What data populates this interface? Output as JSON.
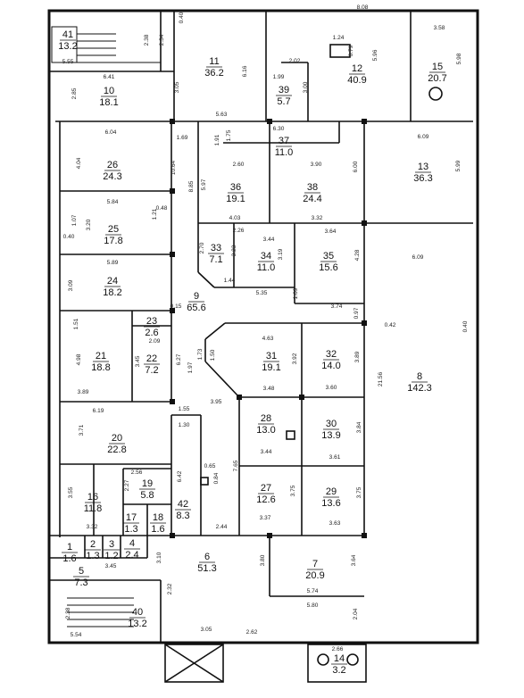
{
  "rooms": [
    {
      "id": "r41",
      "number": "41",
      "area": "13.2"
    },
    {
      "id": "r10",
      "number": "10",
      "area": "18.1"
    },
    {
      "id": "r11",
      "number": "11",
      "area": "36.2"
    },
    {
      "id": "r12",
      "number": "12",
      "area": "40.9"
    },
    {
      "id": "r15",
      "number": "15",
      "area": "20.7"
    },
    {
      "id": "r39",
      "number": "39",
      "area": "5.7"
    },
    {
      "id": "r37",
      "number": "37",
      "area": "11.0"
    },
    {
      "id": "r26",
      "number": "26",
      "area": "24.3"
    },
    {
      "id": "r36",
      "number": "36",
      "area": "19.1"
    },
    {
      "id": "r38",
      "number": "38",
      "area": "24.4"
    },
    {
      "id": "r13",
      "number": "13",
      "area": "36.3"
    },
    {
      "id": "r25",
      "number": "25",
      "area": "17.8"
    },
    {
      "id": "r33",
      "number": "33",
      "area": "7.1"
    },
    {
      "id": "r34",
      "number": "34",
      "area": "11.0"
    },
    {
      "id": "r35",
      "number": "35",
      "area": "15.6"
    },
    {
      "id": "r24",
      "number": "24",
      "area": "18.2"
    },
    {
      "id": "r9",
      "number": "9",
      "area": "65.6"
    },
    {
      "id": "r23",
      "number": "23",
      "area": "2.6"
    },
    {
      "id": "r21",
      "number": "21",
      "area": "18.8"
    },
    {
      "id": "r22",
      "number": "22",
      "area": "7.2"
    },
    {
      "id": "r31",
      "number": "31",
      "area": "19.1"
    },
    {
      "id": "r32",
      "number": "32",
      "area": "14.0"
    },
    {
      "id": "r8",
      "number": "8",
      "area": "142.3"
    },
    {
      "id": "r28",
      "number": "28",
      "area": "13.0"
    },
    {
      "id": "r30",
      "number": "30",
      "area": "13.9"
    },
    {
      "id": "r20",
      "number": "20",
      "area": "22.8"
    },
    {
      "id": "r27",
      "number": "27",
      "area": "12.6"
    },
    {
      "id": "r29",
      "number": "29",
      "area": "13.6"
    },
    {
      "id": "r16",
      "number": "16",
      "area": "11.8"
    },
    {
      "id": "r19",
      "number": "19",
      "area": "5.8"
    },
    {
      "id": "r42",
      "number": "42",
      "area": "8.3"
    },
    {
      "id": "r17",
      "number": "17",
      "area": "1.3"
    },
    {
      "id": "r18",
      "number": "18",
      "area": "1.6"
    },
    {
      "id": "r1",
      "number": "1",
      "area": "1.6"
    },
    {
      "id": "r2",
      "number": "2",
      "area": "1.3"
    },
    {
      "id": "r3",
      "number": "3",
      "area": "1.2"
    },
    {
      "id": "r4",
      "number": "4",
      "area": "2.4"
    },
    {
      "id": "r5",
      "number": "5",
      "area": "7.3"
    },
    {
      "id": "r6",
      "number": "6",
      "area": "51.3"
    },
    {
      "id": "r7",
      "number": "7",
      "area": "20.9"
    },
    {
      "id": "r40",
      "number": "40",
      "area": "13.2"
    },
    {
      "id": "r14",
      "number": "14",
      "area": "3.2"
    }
  ],
  "dimensions": [
    "0.40",
    "2.38",
    "2.34",
    "8.08",
    "1.24",
    "3.58",
    "5.55",
    "0.79",
    "2.02",
    "5.96",
    "5.98",
    "6.41",
    "6.16",
    "1.99",
    "3.00",
    "2.85",
    "3.05",
    "5.63",
    "1.69",
    "1.91",
    "6.30",
    "1.75",
    "6.04",
    "2.60",
    "3.90",
    "6.09",
    "4.04",
    "10.64",
    "8.85",
    "5.97",
    "6.00",
    "5.99",
    "0.48",
    "5.84",
    "1.21",
    "4.03",
    "3.32",
    "1.07",
    "3.20",
    "0.40",
    "2.26",
    "3.44",
    "3.64",
    "2.70",
    "3.23",
    "3.19",
    "4.28",
    "6.09",
    "5.89",
    "1.44",
    "5.35",
    "1.09",
    "3.09",
    "0.15",
    "3.74",
    "0.97",
    "1.51",
    "2.09",
    "0.42",
    "4.63",
    "0.40",
    "4.98",
    "3.45",
    "6.27",
    "1.50",
    "1.73",
    "3.92",
    "3.89",
    "1.97",
    "3.48",
    "3.60",
    "3.89",
    "21.56",
    "3.95",
    "6.19",
    "1.55",
    "3.71",
    "3.84",
    "1.30",
    "3.44",
    "3.61",
    "0.65",
    "0.84",
    "2.56",
    "6.42",
    "7.65",
    "3.75",
    "3.75",
    "3.55",
    "2.27",
    "3.37",
    "3.63",
    "3.32",
    "2.44",
    "3.10",
    "3.80",
    "3.64",
    "3.45",
    "5.74",
    "2.32",
    "5.80",
    "2.38",
    "2.04",
    "5.54",
    "3.05",
    "2.62",
    "2.66"
  ]
}
